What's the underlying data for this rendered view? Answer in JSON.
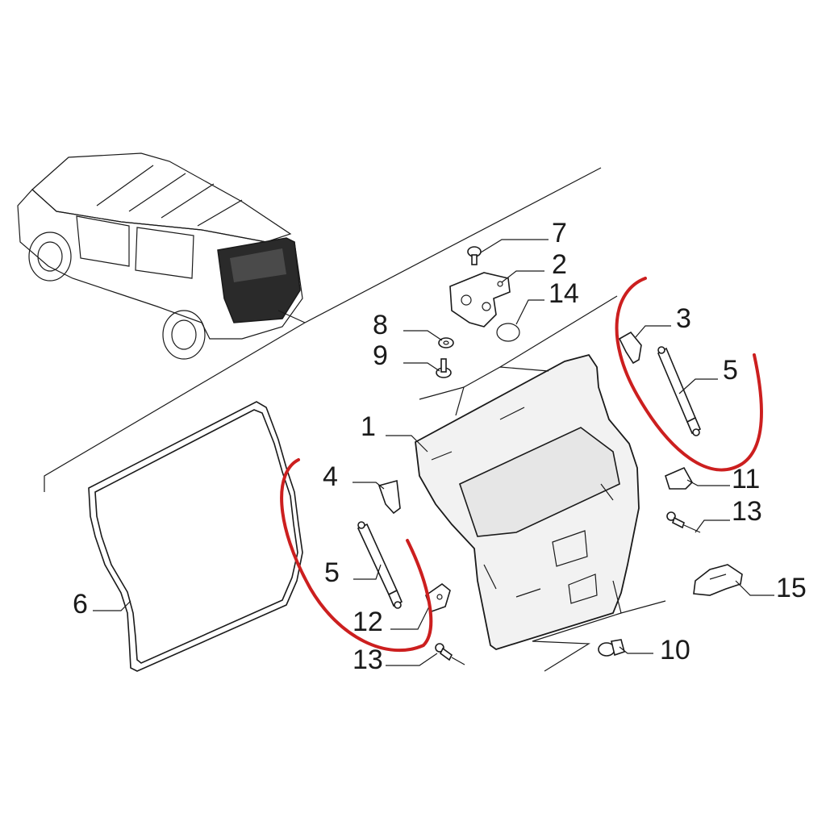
{
  "callouts": {
    "c1": "1",
    "c2": "2",
    "c3": "3",
    "c4": "4",
    "c5a": "5",
    "c5b": "5",
    "c6": "6",
    "c7": "7",
    "c8": "8",
    "c9": "9",
    "c10": "10",
    "c11": "11",
    "c12": "12",
    "c13a": "13",
    "c13b": "13",
    "c14": "14",
    "c15": "15"
  },
  "colors": {
    "highlight": "#cc1f1f",
    "ink": "#1a1a1a"
  }
}
